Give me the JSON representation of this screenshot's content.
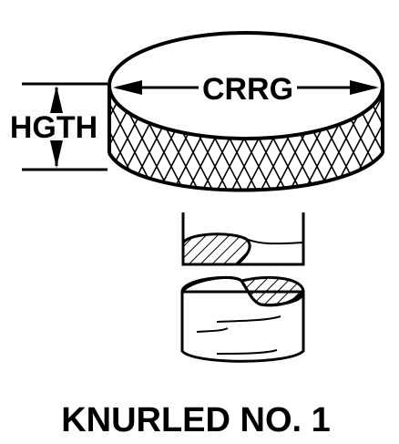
{
  "labels": {
    "diameter": "CRRG",
    "height": "HGTH"
  },
  "caption": "KNURLED NO. 1",
  "colors": {
    "ink": "#000000",
    "paper": "#ffffff"
  }
}
